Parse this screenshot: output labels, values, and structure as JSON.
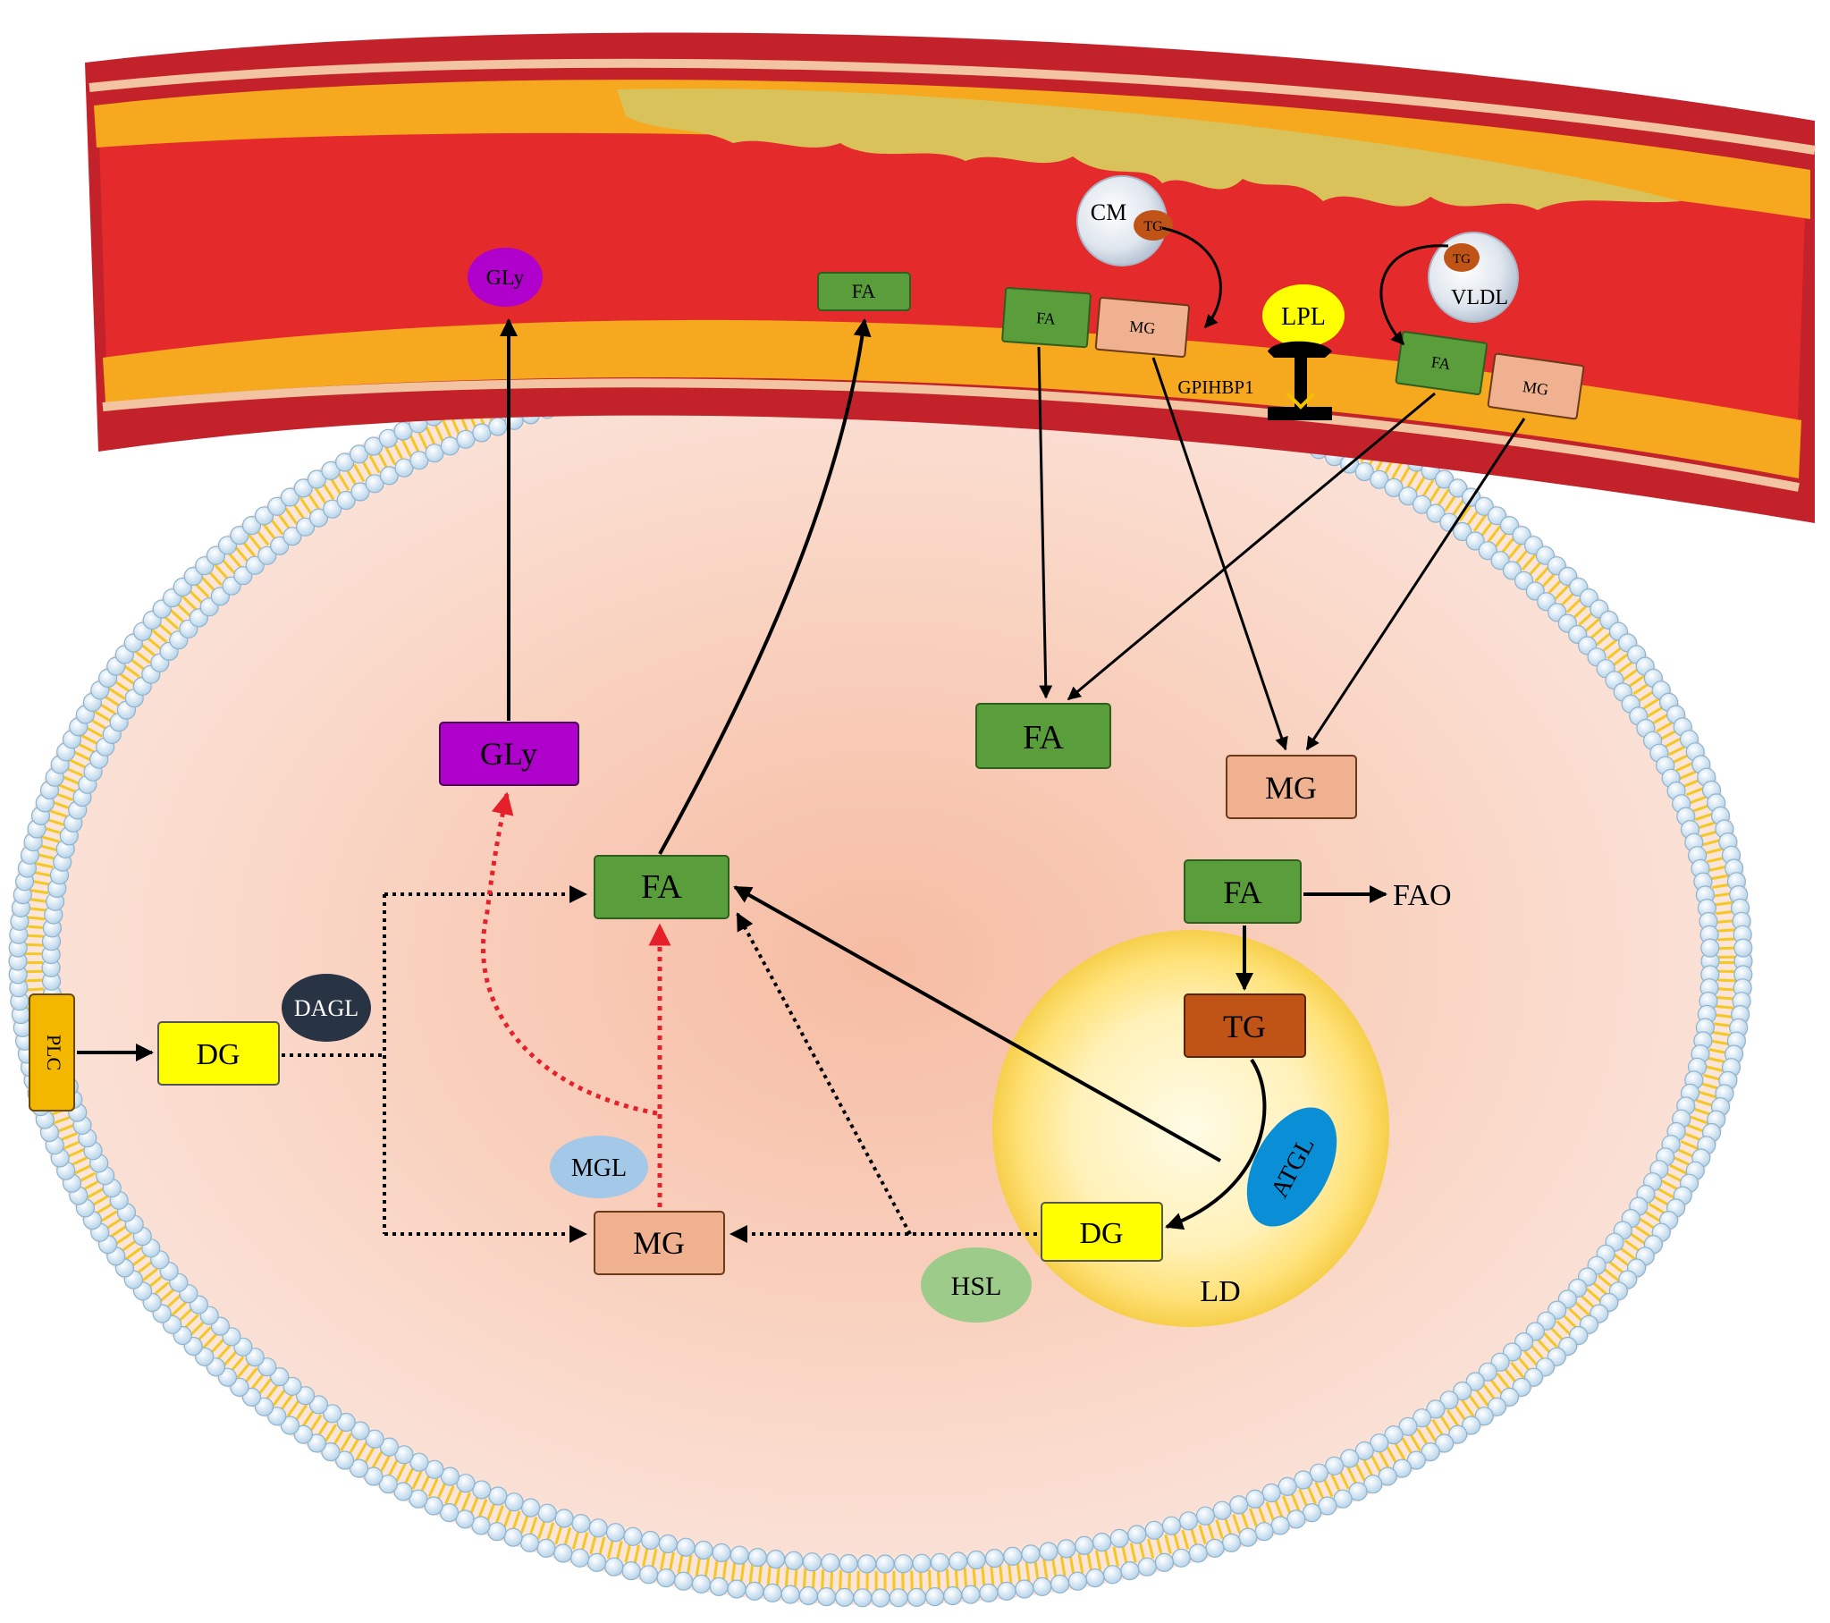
{
  "colors": {
    "vessel_wall": "#c4222a",
    "vessel_lumen": "#e52a2c",
    "vessel_edge": "#f2c4a2",
    "fat_blob": "#f6a81f",
    "plaque": "#d9c25a",
    "cell_fill": "#fbdccd",
    "cell_center": "#f6bca3",
    "bead": "#c9e2f4",
    "bead_stroke": "#8fb3cc",
    "tail": "#f2c200",
    "fa_green": "#5a9e3c",
    "mg_peach": "#f0b190",
    "gly_purple": "#b000cc",
    "dg_yellow": "#ffff00",
    "tg_brown": "#c05417",
    "plc_orange": "#f3b700",
    "dagl_dark": "#283343",
    "mgl_blue": "#a4c8e8",
    "hsl_green": "#9dcb8a",
    "atgl_blue": "#0a8fd7",
    "lpl_yellow": "#ffff00",
    "ld_glow": "#fff6b0",
    "particle_grey": "#d4dde8",
    "arrow": "#000000",
    "red_dotted": "#e6202a"
  },
  "vessel": {
    "cm": {
      "label": "CM",
      "tg": "TG"
    },
    "vldl": {
      "label": "VLDL",
      "tg": "TG"
    },
    "lpl": "LPL",
    "gpihbp1": "GPIHBP1",
    "fa_released": "FA",
    "gly_released": "GLy",
    "cm_fa": "FA",
    "cm_mg": "MG",
    "vldl_fa": "FA",
    "vldl_mg": "MG"
  },
  "cell": {
    "fa_upper": "FA",
    "mg_upper": "MG",
    "fa_center": "FA",
    "gly_box": "GLy",
    "fa_right": "FA",
    "fao": "FAO",
    "tg_box": "TG",
    "dg_ld": "DG",
    "ld_label": "LD",
    "atgl": "ATGL",
    "hsl": "HSL",
    "mg_lower": "MG",
    "mgl": "MGL",
    "dg_left": "DG",
    "dagl": "DAGL",
    "plc": "PLC"
  }
}
